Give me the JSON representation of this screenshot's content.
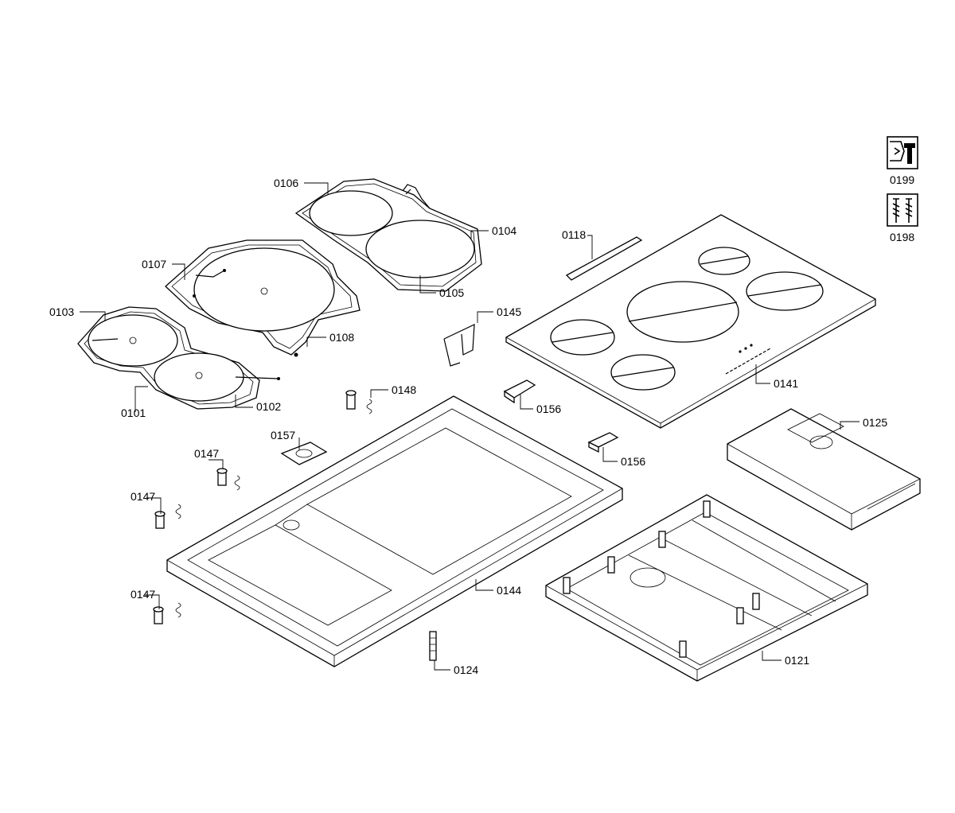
{
  "labels": {
    "p0101": "0101",
    "p0102": "0102",
    "p0103": "0103",
    "p0104": "0104",
    "p0105": "0105",
    "p0106": "0106",
    "p0107": "0107",
    "p0108": "0108",
    "p0118": "0118",
    "p0121": "0121",
    "p0124": "0124",
    "p0125": "0125",
    "p0141": "0141",
    "p0144": "0144",
    "p0145": "0145",
    "p0147a": "0147",
    "p0147b": "0147",
    "p0147c": "0147",
    "p0148": "0148",
    "p0156a": "0156",
    "p0156b": "0156",
    "p0157": "0157",
    "p0198": "0198",
    "p0199": "0199"
  },
  "icons": {
    "service": "wrench-tool-icon",
    "hardware": "screws-icon"
  }
}
